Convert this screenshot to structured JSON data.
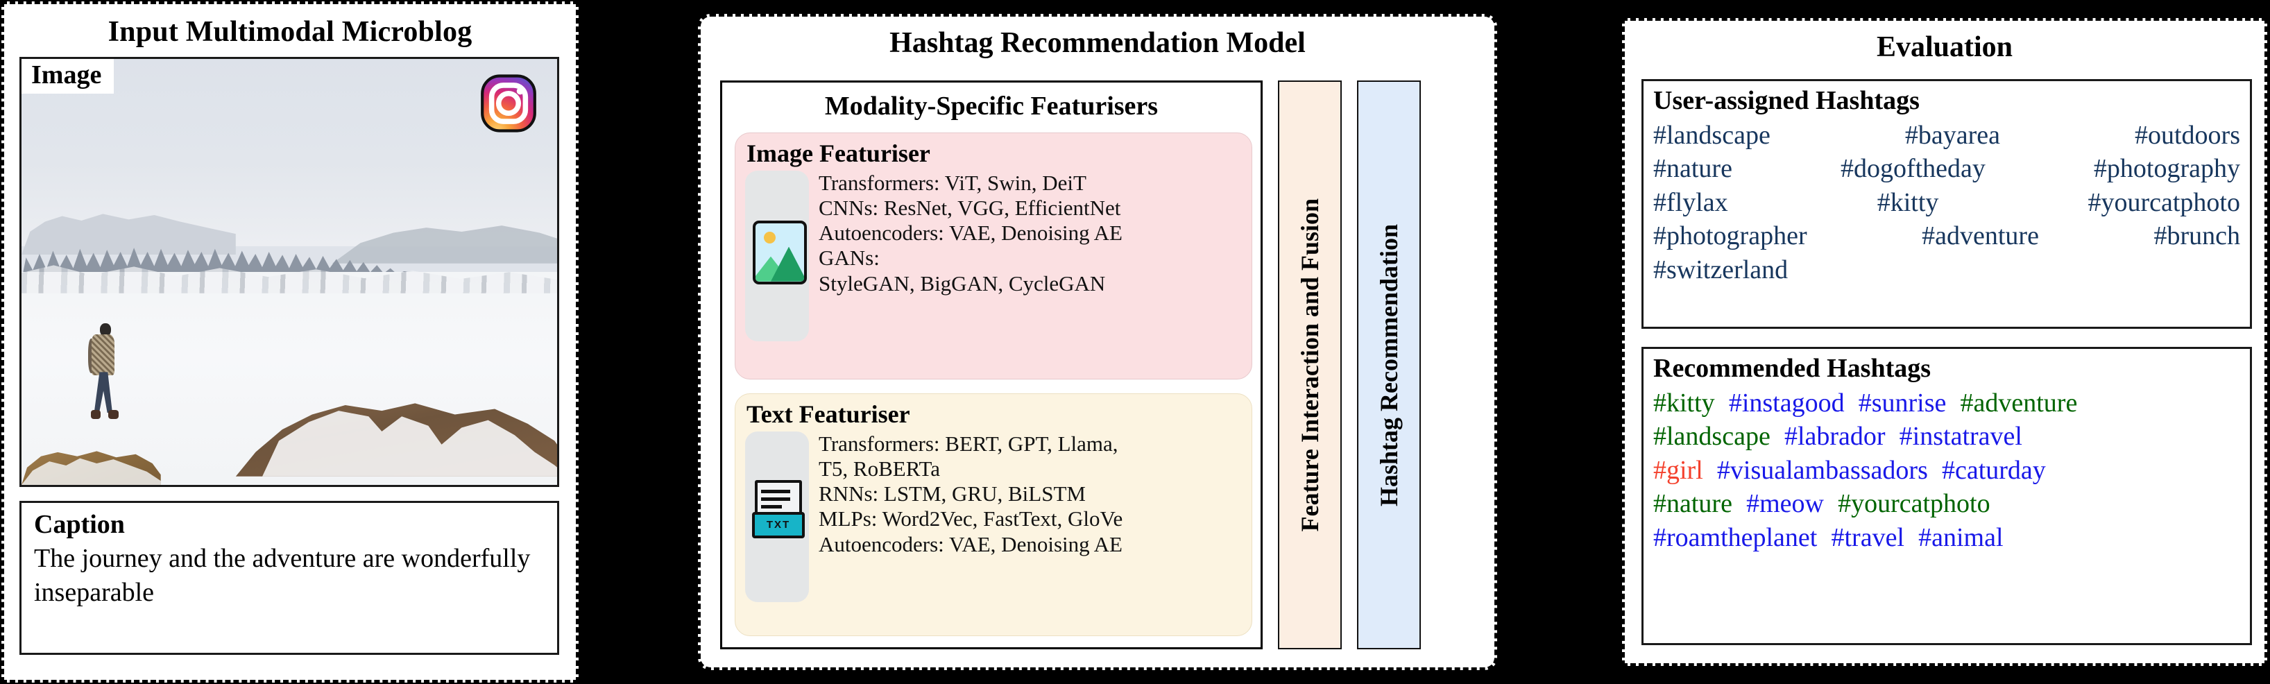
{
  "left": {
    "title": "Input Multimodal Microblog",
    "image_label": "Image",
    "platform_icon": "instagram-icon",
    "caption_label": "Caption",
    "caption_text": "The journey and the adventure are wonderfully inseparable"
  },
  "middle": {
    "title": "Hashtag Recommendation Model",
    "featurisers_title": "Modality-Specific Featurisers",
    "image_featuriser": {
      "heading": "Image Featuriser",
      "icon": "picture-icon",
      "lines": [
        "Transformers: ViT, Swin, DeiT",
        "CNNs: ResNet, VGG, EfficientNet",
        "Autoencoders: VAE, Denoising AE",
        "GANs:",
        "StyleGAN, BigGAN, CycleGAN"
      ]
    },
    "text_featuriser": {
      "heading": "Text Featuriser",
      "icon": "txt-file-icon",
      "icon_label": "TXT",
      "lines": [
        "Transformers: BERT, GPT, Llama,",
        "T5, RoBERTa",
        "RNNs: LSTM, GRU, BiLSTM",
        "MLPs: Word2Vec, FastText, GloVe",
        "Autoencoders: VAE, Denoising AE"
      ]
    },
    "fusion_column": "Feature Interaction and Fusion",
    "recommendation_column": "Hashtag Recommendation"
  },
  "right": {
    "title": "Evaluation",
    "user_assigned": {
      "heading": "User-assigned Hashtags",
      "rows": [
        [
          "#landscape",
          "#bayarea",
          "#outdoors"
        ],
        [
          "#nature",
          "#dogoftheday",
          "#photography"
        ],
        [
          "#flylax",
          "#kitty",
          "#yourcatphoto"
        ],
        [
          "#photographer",
          "#adventure",
          "#brunch"
        ],
        [
          "#switzerland"
        ]
      ]
    },
    "recommended": {
      "heading": "Recommended Hashtags",
      "rows": [
        [
          {
            "tag": "#kitty",
            "color": "green"
          },
          {
            "tag": "#instagood",
            "color": "blue"
          },
          {
            "tag": "#sunrise",
            "color": "blue"
          },
          {
            "tag": "#adventure",
            "color": "green"
          }
        ],
        [
          {
            "tag": "#landscape",
            "color": "green"
          },
          {
            "tag": "#labrador",
            "color": "blue"
          },
          {
            "tag": "#instatravel",
            "color": "blue"
          }
        ],
        [
          {
            "tag": "#girl",
            "color": "red"
          },
          {
            "tag": "#visualambassadors",
            "color": "blue"
          },
          {
            "tag": "#caturday",
            "color": "blue"
          }
        ],
        [
          {
            "tag": "#nature",
            "color": "green"
          },
          {
            "tag": "#meow",
            "color": "blue"
          },
          {
            "tag": "#yourcatphoto",
            "color": "green"
          }
        ],
        [
          {
            "tag": "#roamtheplanet",
            "color": "blue"
          },
          {
            "tag": "#travel",
            "color": "blue"
          },
          {
            "tag": "#animal",
            "color": "blue"
          }
        ]
      ]
    }
  },
  "colors": {
    "background": "#000000",
    "panel": "#ffffff",
    "image_card": "#fbe0e2",
    "text_card": "#fcf4e1",
    "fusion_column": "#fceee2",
    "recommendation_column": "#dfebfa",
    "user_tag": "#17365d",
    "tag_blue": "#1818e8",
    "tag_green": "#006400",
    "tag_red": "#f4412d"
  }
}
